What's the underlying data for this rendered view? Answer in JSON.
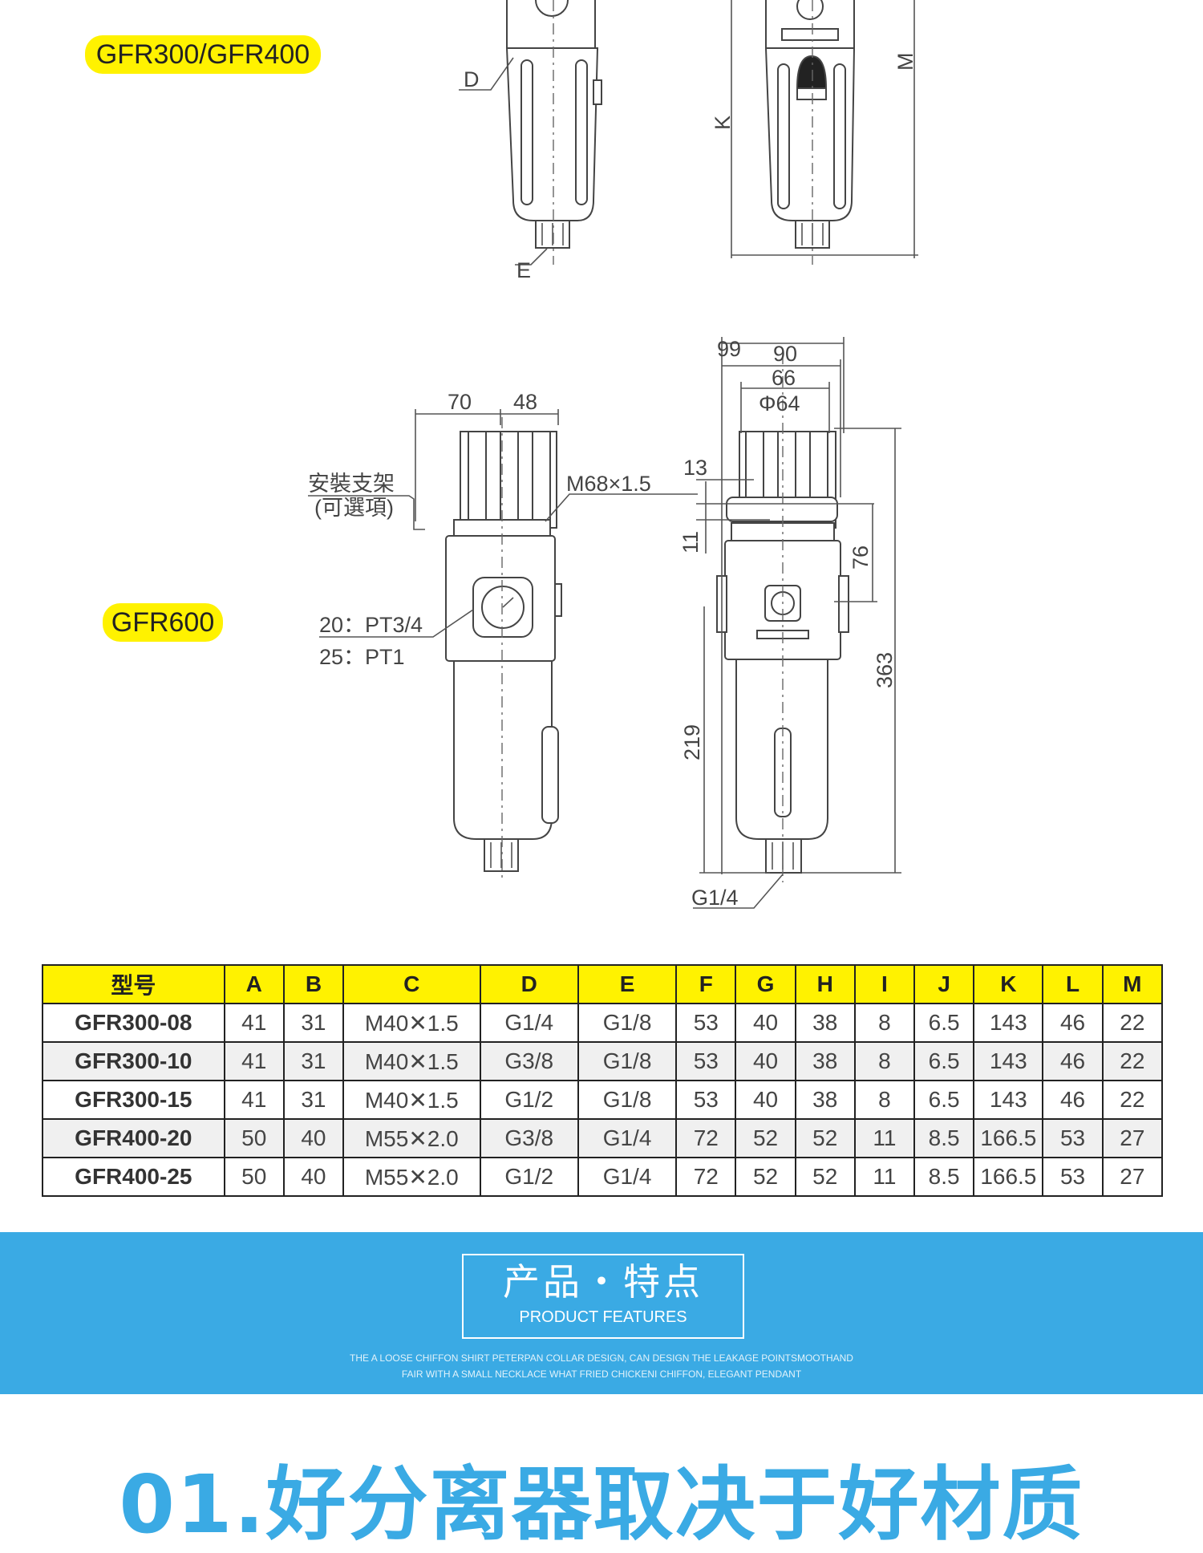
{
  "tags": {
    "gfr300_400": "GFR300/GFR400",
    "gfr600": "GFR600"
  },
  "top_drawing": {
    "label_d": "D",
    "label_e": "E",
    "label_k": "K",
    "label_m": "M"
  },
  "gfr600_drawing": {
    "dims": [
      "99",
      "90",
      "66",
      "Φ64",
      "70",
      "48",
      "13",
      "11",
      "76",
      "363",
      "219"
    ],
    "thread": "M68×1.5",
    "bracket_line1": "安裝支架",
    "bracket_line2": "(可選項)",
    "port_20": "20：PT3/4",
    "port_25": "25：PT1",
    "drain": "G1/4"
  },
  "table": {
    "headers": [
      "型号",
      "A",
      "B",
      "C",
      "D",
      "E",
      "F",
      "G",
      "H",
      "I",
      "J",
      "K",
      "L",
      "M"
    ],
    "rows": [
      [
        "GFR300-08",
        "41",
        "31",
        "M40✕1.5",
        "G1/4",
        "G1/8",
        "53",
        "40",
        "38",
        "8",
        "6.5",
        "143",
        "46",
        "22"
      ],
      [
        "GFR300-10",
        "41",
        "31",
        "M40✕1.5",
        "G3/8",
        "G1/8",
        "53",
        "40",
        "38",
        "8",
        "6.5",
        "143",
        "46",
        "22"
      ],
      [
        "GFR300-15",
        "41",
        "31",
        "M40✕1.5",
        "G1/2",
        "G1/8",
        "53",
        "40",
        "38",
        "8",
        "6.5",
        "143",
        "46",
        "22"
      ],
      [
        "GFR400-20",
        "50",
        "40",
        "M55✕2.0",
        "G3/8",
        "G1/4",
        "72",
        "52",
        "52",
        "11",
        "8.5",
        "166.5",
        "53",
        "27"
      ],
      [
        "GFR400-25",
        "50",
        "40",
        "M55✕2.0",
        "G1/2",
        "G1/4",
        "72",
        "52",
        "52",
        "11",
        "8.5",
        "166.5",
        "53",
        "27"
      ]
    ]
  },
  "banner": {
    "title": "产品・特点",
    "subtitle": "PRODUCT FEATURES",
    "desc_line1": "THE A LOOSE CHIFFON SHIRT PETERPAN COLLAR DESIGN, CAN DESIGN THE LEAKAGE POINTSMOOTHAND",
    "desc_line2": "FAIR WITH A SMALL NECKLACE WHAT FRIED CHICKENI CHIFFON, ELEGANT PENDANT"
  },
  "headline": "01.好分离器取决于好材质"
}
